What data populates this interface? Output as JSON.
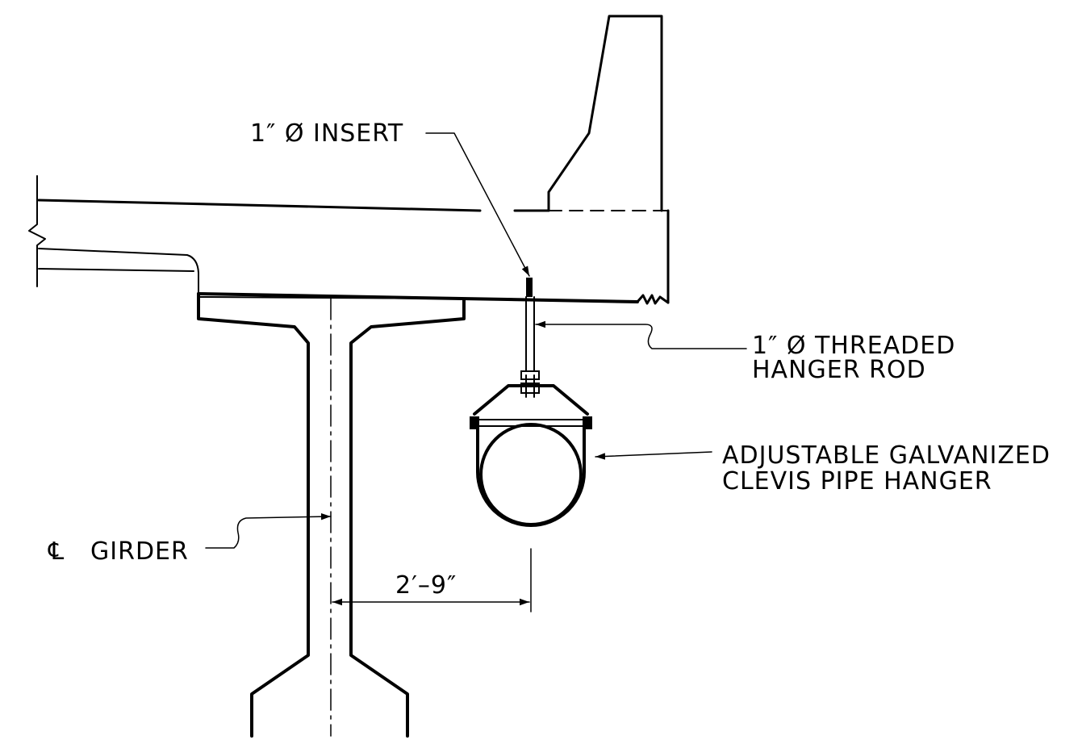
{
  "labels": {
    "insert": "1″ Ø INSERT",
    "rod_line1": "1″ Ø THREADED",
    "rod_line2": "HANGER ROD",
    "hanger_line1": "ADJUSTABLE GALVANIZED",
    "hanger_line2": "CLEVIS PIPE HANGER",
    "cl_symbol": "℄",
    "girder": "GIRDER",
    "dimension": "2′–9″"
  },
  "line_color": "#000000"
}
